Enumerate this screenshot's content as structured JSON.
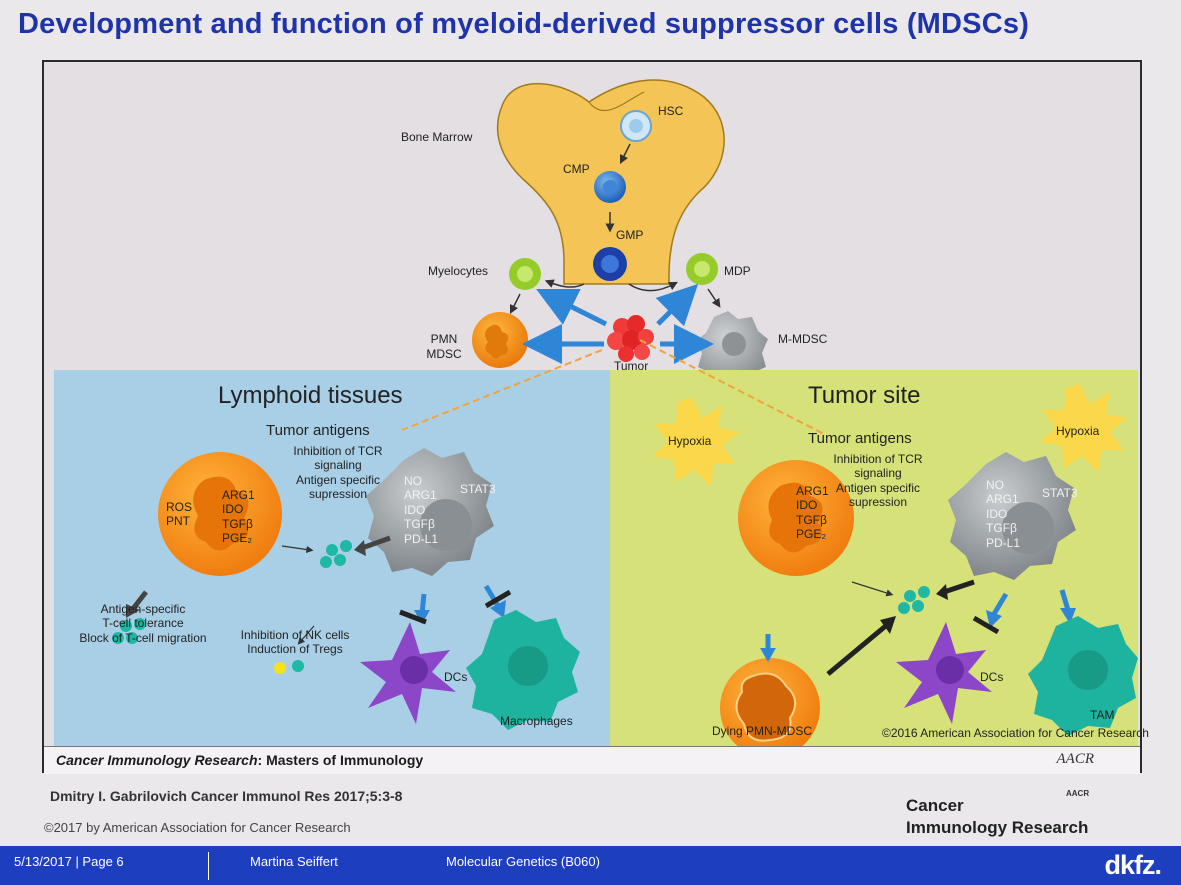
{
  "slide": {
    "title": "Development and function of myeloid-derived suppressor cells (MDSCs)"
  },
  "diagram": {
    "bone_marrow": {
      "label": "Bone Marrow",
      "hsc": "HSC",
      "cmp": "CMP",
      "gmp": "GMP",
      "myelocytes": "Myelocytes",
      "mdp": "MDP",
      "pmn_mdsc": [
        "PMN",
        "MDSC"
      ],
      "m_mdsc": "M-MDSC",
      "tumor": "Tumor"
    },
    "lymphoid": {
      "title": "Lymphoid tissues",
      "tumor_antigens": "Tumor antigens",
      "inhibition": [
        "Inhibition of TCR",
        "signaling",
        "Antigen specific",
        "supression"
      ],
      "ros_pnt": [
        "ROS",
        "PNT"
      ],
      "pmn_factors": [
        "ARG1",
        "IDO",
        "TGFβ",
        "PGE₂"
      ],
      "m_factors": [
        "NO",
        "ARG1",
        "IDO",
        "TGFβ",
        "PD-L1"
      ],
      "stat3": "STAT3",
      "tolerance": [
        "Antigen-specific",
        "T-cell tolerance",
        "Block of T-cell migration"
      ],
      "nk": [
        "Inhibition of NK cells",
        "Induction of Tregs"
      ],
      "dcs": "DCs",
      "macrophages": "Macrophages"
    },
    "tumor_site": {
      "title": "Tumor site",
      "hypoxia": "Hypoxia",
      "tumor_antigens": "Tumor antigens",
      "inhibition": [
        "Inhibition of TCR",
        "signaling",
        "Antigen specific",
        "supression"
      ],
      "pmn_factors": [
        "ARG1",
        "IDO",
        "TGFβ",
        "PGE₂"
      ],
      "m_factors": [
        "NO",
        "ARG1",
        "IDO",
        "TGFβ",
        "PD-L1"
      ],
      "stat3": "STAT3",
      "dying": "Dying PMN-MDSC",
      "dcs": "DCs",
      "tam": "TAM",
      "copyright": "©2016 American Association for Cancer Research"
    },
    "journal_bar": {
      "journal": "Cancer Immunology Research",
      "series": ": Masters of Immunology",
      "logo": "AACR"
    }
  },
  "citation": "Dmitry I. Gabrilovich Cancer Immunol Res 2017;5:3-8",
  "copyright_line": "©2017 by American Association for Cancer Research",
  "journal_logo": {
    "line1": "Cancer",
    "line2": "Immunology Research",
    "aacr": "AACR"
  },
  "footer": {
    "date_page": "5/13/2017 |  Page 6",
    "author": "Martina Seiffert",
    "department": "Molecular Genetics (B060)",
    "logo": "dkfz."
  },
  "colors": {
    "title": "#1f34a8",
    "bone_marrow": "#f4c556",
    "lymphoid_bg": "#a9cfe6",
    "tumor_bg": "#d6e17a",
    "footer": "#1d3fbf",
    "arrow_blue": "#2f86d6",
    "pmn_orange": "#f59a1e",
    "m_gray": "#a8acb0",
    "dc_purple": "#8c46c8",
    "macrophage_teal": "#1eb39e"
  }
}
